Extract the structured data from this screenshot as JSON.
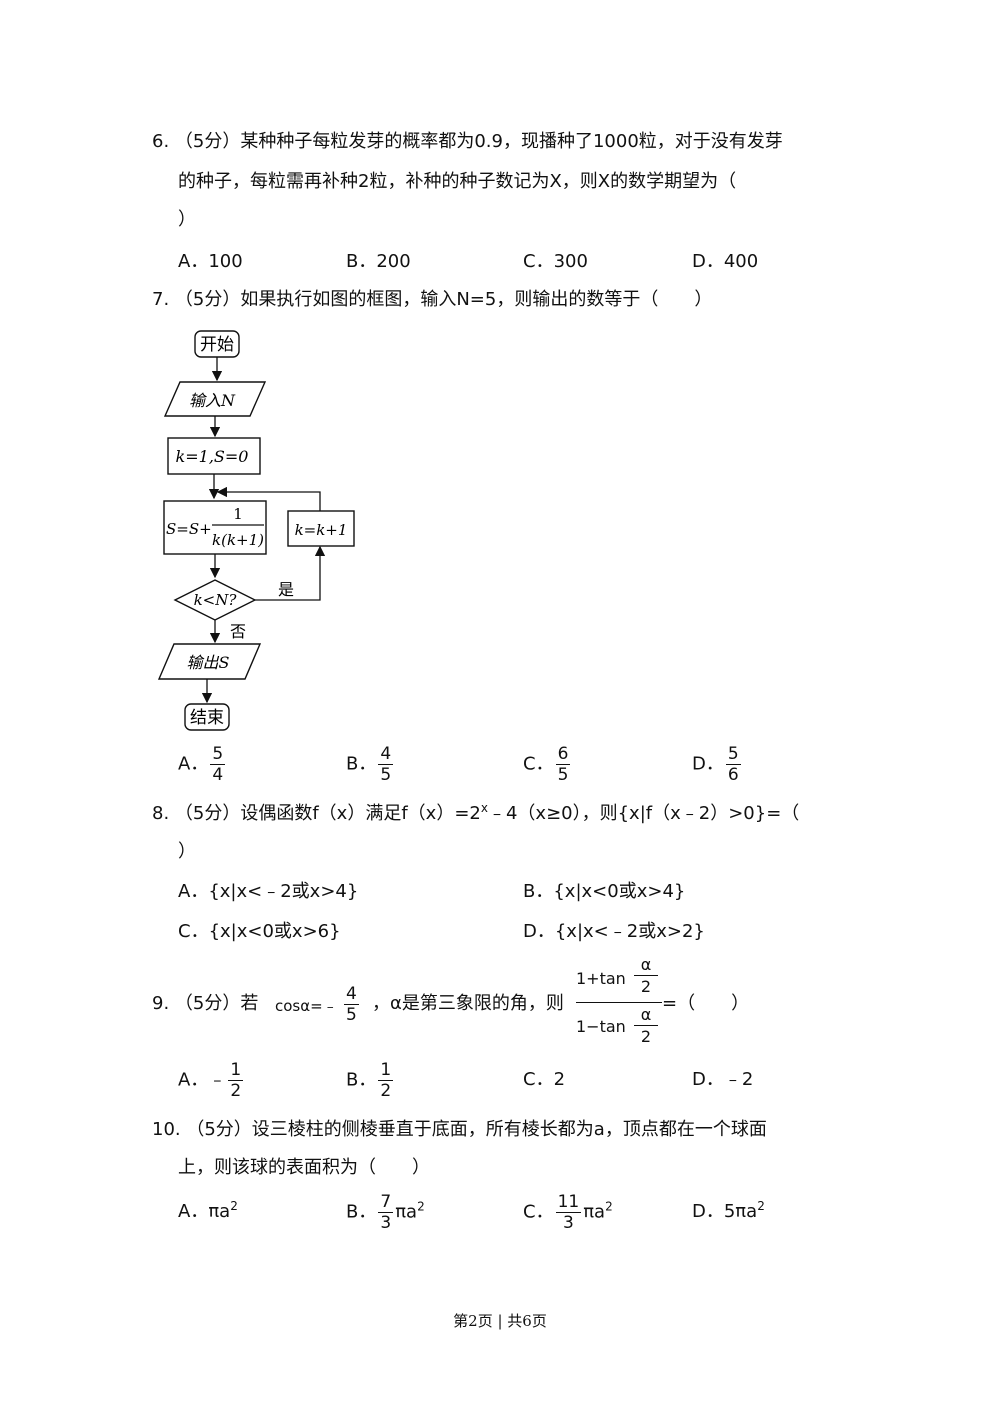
{
  "q6": {
    "line1": "6.  （5分）某种种子每粒发芽的概率都为0.9，现播种了1000粒，对于没有发芽",
    "line2": "的种子，每粒需再补种2粒，补种的种子数记为X，则X的数学期望为（",
    "line3": "）",
    "options": [
      "A．100",
      "B．200",
      "C．300",
      "D．400"
    ]
  },
  "q7": {
    "line1": "7.  （5分）如果执行如图的框图，输入N=5，则输出的数等于（　　）",
    "flowchart": {
      "start": "开始",
      "input": "输入N",
      "init": "k=1,S=0",
      "update_lhs": "S=S+",
      "update_num": "1",
      "update_den": "k(k+1)",
      "increment": "k=k+1",
      "condition": "k<N?",
      "yes": "是",
      "no": "否",
      "output": "输出S",
      "end": "结束"
    },
    "options": [
      {
        "label": "A．",
        "num": "5",
        "den": "4"
      },
      {
        "label": "B．",
        "num": "4",
        "den": "5"
      },
      {
        "label": "C．",
        "num": "6",
        "den": "5"
      },
      {
        "label": "D．",
        "num": "5",
        "den": "6"
      }
    ]
  },
  "q8": {
    "line1_a": "8.  （5分）设偶函数f（x）满足f（x）=2",
    "line1_sup": "x",
    "line1_b": "﹣4（x≥0），则{x|f（x﹣2）>0}=（",
    "line2": "）",
    "options": [
      "A．{x|x<﹣2或x>4}",
      "B．{x|x<0或x>4}",
      "C．{x|x<0或x>6}",
      "D．{x|x<﹣2或x>2}"
    ]
  },
  "q9": {
    "prefix": "9.  （5分）若",
    "cos": "cosα=﹣",
    "cos_num": "4",
    "cos_den": "5",
    "mid": "，α是第三象限的角，则",
    "big_num_text": "1+tan",
    "big_den_text": "1−tan",
    "alpha": "α",
    "two": "2",
    "suffix": "=（　　）",
    "options": [
      {
        "label": "A．﹣",
        "num": "1",
        "den": "2"
      },
      {
        "label": "B．",
        "num": "1",
        "den": "2"
      },
      {
        "label": "C．2"
      },
      {
        "label": "D．﹣2"
      }
    ]
  },
  "q10": {
    "line1": "10.  （5分）设三棱柱的侧棱垂直于底面，所有棱长都为a，顶点都在一个球面",
    "line2": "上，则该球的表面积为（　　）",
    "options": [
      {
        "label": "A．πa",
        "sup": "2"
      },
      {
        "label": "B．",
        "num": "7",
        "den": "3",
        "tail": "πa",
        "sup": "2"
      },
      {
        "label": "C．",
        "num": "11",
        "den": "3",
        "tail": "πa",
        "sup": "2"
      },
      {
        "label": "D．5πa",
        "sup": "2"
      }
    ]
  },
  "footer": "第2页 | 共6页"
}
